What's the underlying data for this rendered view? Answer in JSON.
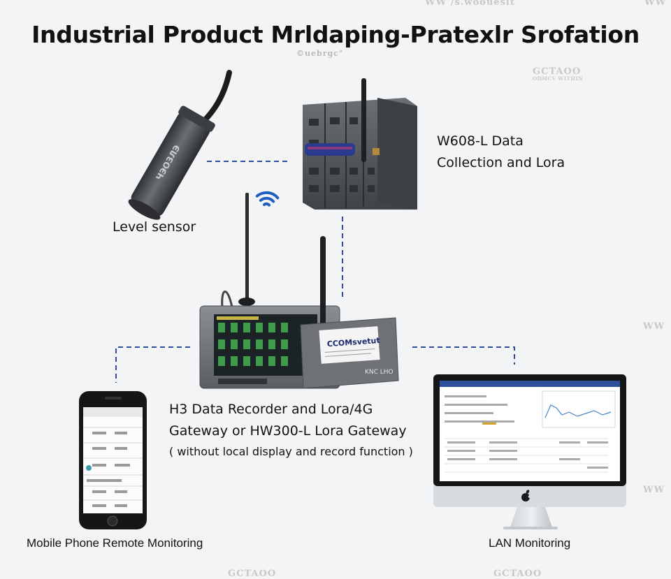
{
  "title": "Industrial Product Mrldaping-Pratexlr Srofation",
  "nodes": {
    "level_sensor": {
      "label": "Level sensor",
      "sensor_text": "ЧЭОЗЛЭ"
    },
    "w608": {
      "label_line1": "W608-L Data",
      "label_line2": "Collection and Lora"
    },
    "gateway": {
      "label_line1": "H3 Data Recorder and Lora/4G",
      "label_line2": "Gateway or HW300-L Lora Gateway",
      "label_line3": "( without local display and record function )",
      "sticker_text": "CCOMsvetut",
      "panel_text": "KNC LHO"
    },
    "mobile": {
      "label": "Mobile Phone Remote Monitoring"
    },
    "lan": {
      "label": "LAN Monitoring"
    }
  },
  "watermarks": {
    "top_right": "WW ∕s.woouesit",
    "corner": "WW",
    "logo_small": "©uebrgc°",
    "brand": "GCTAOO",
    "brand_sub": "ODMCV WITHIN",
    "side": "WW"
  },
  "colors": {
    "connector": "#2f4f9e",
    "wifi": "#1f5fbf",
    "device_dark": "#555a5e",
    "screen_green": "#3f9b4a"
  },
  "icons": [
    "wifi-icon",
    "apple-logo-icon"
  ]
}
